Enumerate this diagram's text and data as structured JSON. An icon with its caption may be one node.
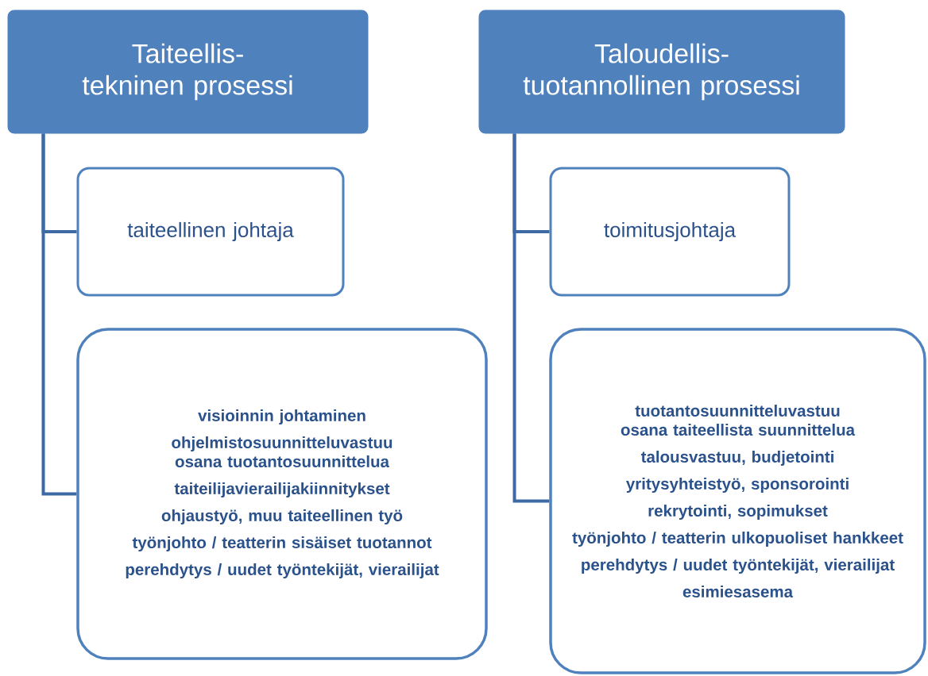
{
  "diagram": {
    "nodes": [
      {
        "text": [
          "Taiteellis-tekninen prosessi"
        ]
      },
      {
        "text": [
          "taiteellinen johtaja"
        ]
      },
      {
        "text": [
          "visioinnin johtaminen",
          "ohjelmistosuunnitteluvastuu osana tuotantosuunnittelua",
          "taiteilijavierailijakiinnitykset",
          "ohjaustyö, muu taiteellinen työ",
          "työnjohto / teatterin sisäiset tuotannot",
          "perehdytys / uudet työntekijät, vierailijat"
        ]
      },
      {
        "text": [
          "Taloudellis- tuotannollinen prosessi"
        ]
      },
      {
        "text": [
          "toimitusjohtaja"
        ]
      },
      {
        "text": [
          "tuotantosuunnitteluvastuu osana taiteellista suunnittelua",
          "talousvastuu, budjetointi",
          "yritysyhteistyö, sponsorointi",
          "rekrytointi, sopimukset",
          "työnjohto / teatterin ulkopuoliset hankkeet",
          "perehdytys / uudet työntekijät, vierailijat",
          "esimiesasema"
        ]
      }
    ],
    "edges": [
      {
        "from": 0,
        "to": 1,
        "arrow": "none"
      },
      {
        "from": 0,
        "to": 2,
        "arrow": "none"
      },
      {
        "from": 3,
        "to": 4,
        "arrow": "none"
      },
      {
        "from": 3,
        "to": 5,
        "arrow": "none"
      }
    ]
  }
}
